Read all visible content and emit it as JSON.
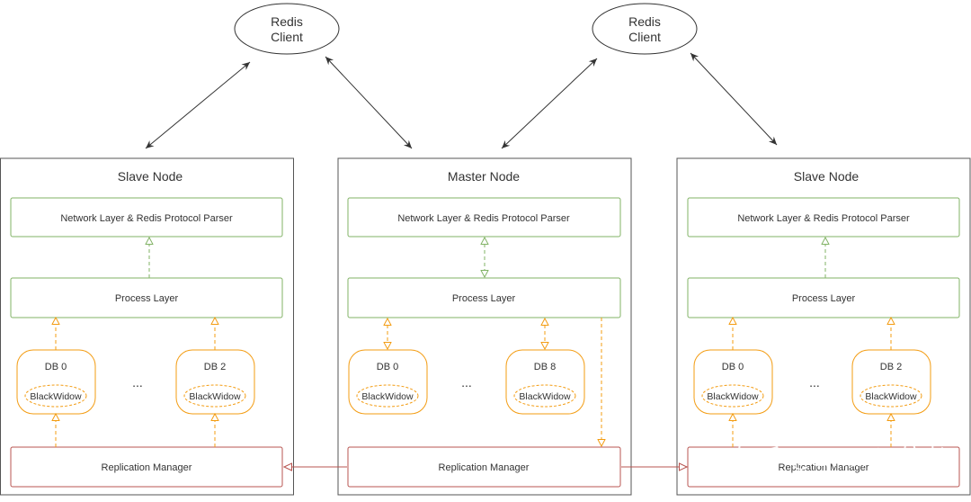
{
  "clients": [
    {
      "line1": "Redis",
      "line2": "Client"
    },
    {
      "line1": "Redis",
      "line2": "Client"
    }
  ],
  "nodes": [
    {
      "title": "Slave Node",
      "network_label": "Network Layer & Redis Protocol Parser",
      "process_label": "Process Layer",
      "db_left": "DB 0",
      "db_right": "DB 2",
      "blackwidow_left": "BlackWidow",
      "blackwidow_right": "BlackWidow",
      "ellipsis": "...",
      "replication_label": "Replication Manager"
    },
    {
      "title": "Master Node",
      "network_label": "Network Layer & Redis Protocol Parser",
      "process_label": "Process Layer",
      "db_left": "DB 0",
      "db_right": "DB 8",
      "blackwidow_left": "BlackWidow",
      "blackwidow_right": "BlackWidow",
      "ellipsis": "...",
      "replication_label": "Replication Manager"
    },
    {
      "title": "Slave Node",
      "network_label": "Network Layer & Redis Protocol Parser",
      "process_label": "Process Layer",
      "db_left": "DB 0",
      "db_right": "DB 2",
      "blackwidow_left": "BlackWidow",
      "blackwidow_right": "BlackWidow",
      "ellipsis": "...",
      "replication_label": "Replication Manager"
    }
  ],
  "watermark": "知乎 @Linux远航者",
  "colors": {
    "node_border": "#555555",
    "layer_border": "#82b366",
    "db_border": "#f39c12",
    "replication_border": "#b85450",
    "arrow_dark": "#333333"
  }
}
